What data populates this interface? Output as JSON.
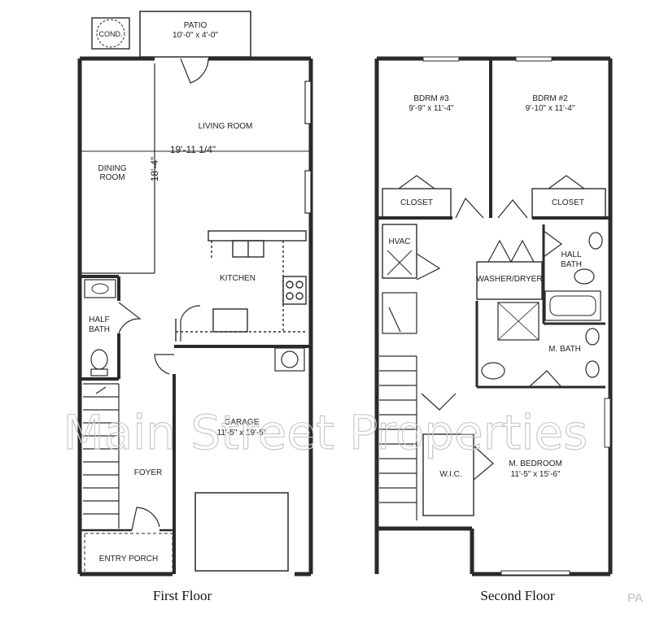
{
  "first_floor": {
    "caption": "First Floor",
    "cond_label": "COND.",
    "patio": {
      "name": "PATIO",
      "size": "10'-0\" x 4'-0\""
    },
    "living_room": {
      "name": "LIVING ROOM",
      "width": "19'-11 1/4\"",
      "depth": "18'-4\""
    },
    "dining_room": {
      "line1": "DINING",
      "line2": "ROOM"
    },
    "kitchen": "KITCHEN",
    "half_bath": {
      "line1": "HALF",
      "line2": "BATH"
    },
    "garage": {
      "name": "GARAGE",
      "size": "11'-5\" x 19'-5\""
    },
    "foyer": "FOYER",
    "entry_porch": "ENTRY PORCH"
  },
  "second_floor": {
    "caption": "Second Floor",
    "bedroom3": {
      "name": "BDRM #3",
      "size": "9'-9\" x 11'-4\""
    },
    "bedroom2": {
      "name": "BDRM #2",
      "size": "9'-10\" x 11'-4\""
    },
    "closet_left": "CLOSET",
    "closet_right": "CLOSET",
    "hvac": "HVAC",
    "washer_dryer": "WASHER/DRYER",
    "hall_bath": {
      "line1": "HALL",
      "line2": "BATH"
    },
    "master_bath": "M. BATH",
    "walk_in_closet": "W.I.C.",
    "master_bedroom": {
      "name": "M. BEDROOM",
      "size": "11'-5\" x 15'-6\""
    }
  },
  "watermark": "Main Street Properties",
  "corner_mark": "PA"
}
